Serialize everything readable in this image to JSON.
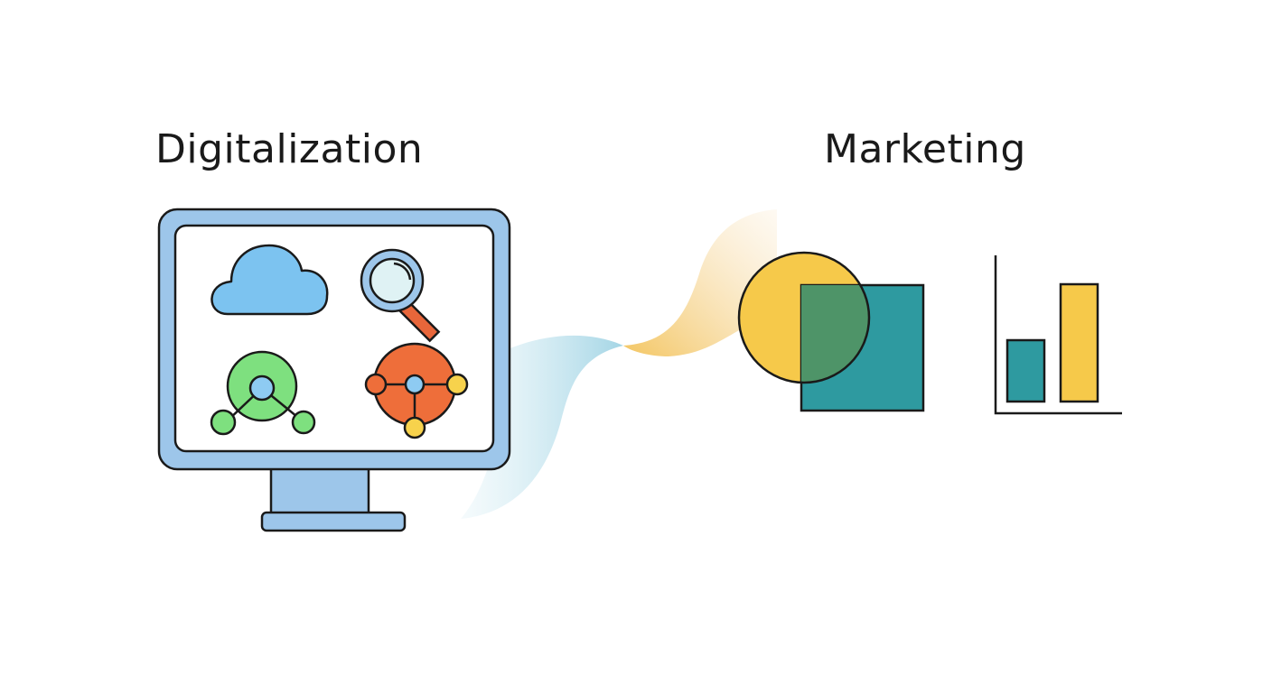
{
  "labels": {
    "left_title": "Digitalization",
    "right_title": "Marketing"
  },
  "colors": {
    "monitor_frame": "#9dc6ea",
    "stroke": "#1a1a1a",
    "cloud": "#7cc3f0",
    "magnifier_lens": "#dff2f4",
    "magnifier_handle": "#e8663a",
    "network_green": "#7ee07f",
    "network_center": "#8ecbf2",
    "network_orange": "#ee6e3a",
    "node_yellow": "#f7d24c",
    "circle_yellow": "#f6c94a",
    "square_teal": "#2e9aa0",
    "overlap_green": "#4e9468",
    "flow_blue": "#a9d8e6",
    "flow_yellow": "#f3c868"
  },
  "icons": [
    "cloud-icon",
    "magnifier-icon",
    "network-green-icon",
    "network-orange-icon",
    "venn-overlap-icon",
    "bar-chart-icon"
  ],
  "bar_chart": {
    "bars": [
      {
        "color": "teal",
        "relative_height": 0.52
      },
      {
        "color": "yellow",
        "relative_height": 1.0
      }
    ]
  }
}
